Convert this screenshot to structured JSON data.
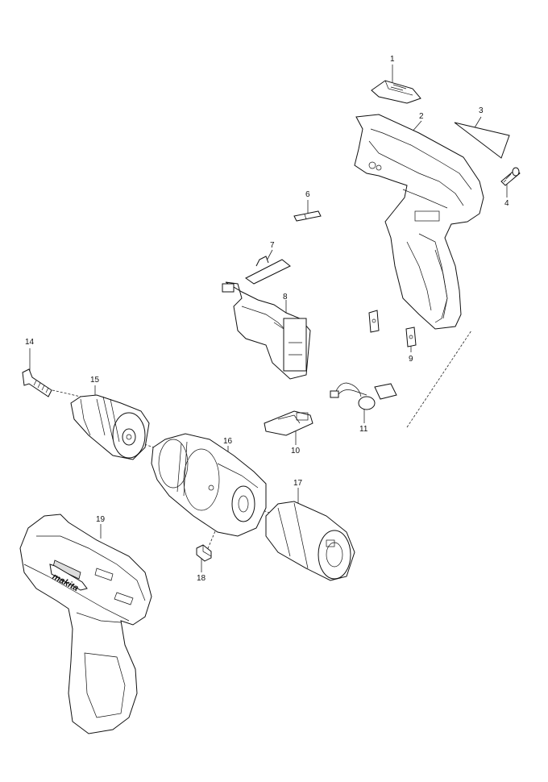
{
  "diagram": {
    "parts": [
      {
        "id": "p1",
        "label": "1"
      },
      {
        "id": "p2",
        "label": "2"
      },
      {
        "id": "p3",
        "label": "3"
      },
      {
        "id": "p4",
        "label": "4"
      },
      {
        "id": "p6",
        "label": "6"
      },
      {
        "id": "p7",
        "label": "7"
      },
      {
        "id": "p8",
        "label": "8"
      },
      {
        "id": "p9",
        "label": "9"
      },
      {
        "id": "p10",
        "label": "10"
      },
      {
        "id": "p11",
        "label": "11"
      },
      {
        "id": "p14",
        "label": "14"
      },
      {
        "id": "p15",
        "label": "15"
      },
      {
        "id": "p16",
        "label": "16"
      },
      {
        "id": "p17",
        "label": "17"
      },
      {
        "id": "p18",
        "label": "18"
      },
      {
        "id": "p19",
        "label": "19"
      }
    ],
    "brand_text": "makita"
  }
}
